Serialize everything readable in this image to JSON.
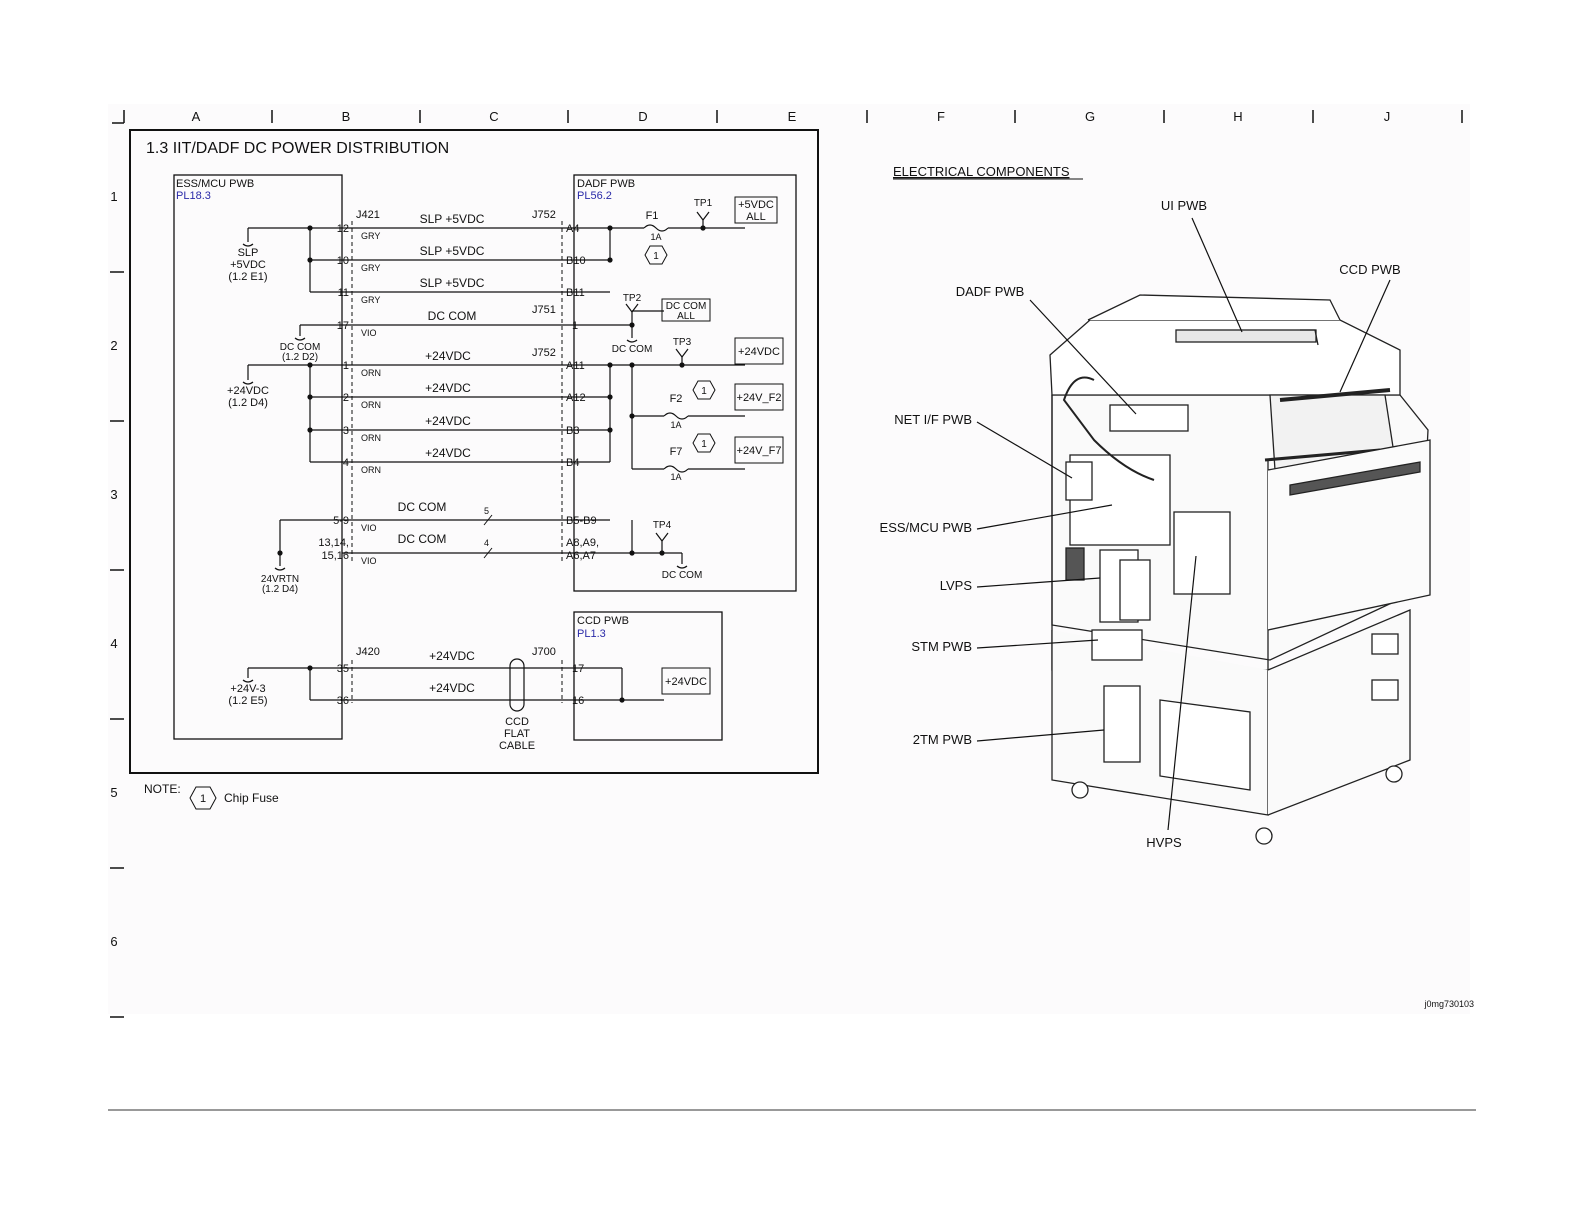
{
  "grid": {
    "columns": [
      "A",
      "B",
      "C",
      "D",
      "E",
      "F",
      "G",
      "H",
      "J"
    ],
    "rows": [
      "1",
      "2",
      "3",
      "4",
      "5",
      "6"
    ]
  },
  "schematic": {
    "title": "1.3 IIT/DADF DC POWER DISTRIBUTION",
    "ess": {
      "name": "ESS/MCU PWB",
      "ref": "PL18.3"
    },
    "dadf": {
      "name": "DADF PWB",
      "ref": "PL56.2"
    },
    "ccd": {
      "name": "CCD PWB",
      "ref": "PL1.3"
    },
    "connectors": {
      "j421": "J421",
      "j752a": "J752",
      "j751": "J751",
      "j752b": "J752",
      "j420": "J420",
      "j700": "J700"
    },
    "lines": [
      {
        "ess_pin": "12",
        "wire": "GRY",
        "signal": "SLP +5VDC",
        "dadf_pin": "A4"
      },
      {
        "ess_pin": "10",
        "wire": "GRY",
        "signal": "SLP +5VDC",
        "dadf_pin": "B10"
      },
      {
        "ess_pin": "11",
        "wire": "GRY",
        "signal": "SLP +5VDC",
        "dadf_pin": "B11"
      },
      {
        "ess_pin": "17",
        "wire": "VIO",
        "signal": "DC COM",
        "dadf_pin": "1"
      },
      {
        "ess_pin": "1",
        "wire": "ORN",
        "signal": "+24VDC",
        "dadf_pin": "A11"
      },
      {
        "ess_pin": "2",
        "wire": "ORN",
        "signal": "+24VDC",
        "dadf_pin": "A12"
      },
      {
        "ess_pin": "3",
        "wire": "ORN",
        "signal": "+24VDC",
        "dadf_pin": "B3"
      },
      {
        "ess_pin": "4",
        "wire": "ORN",
        "signal": "+24VDC",
        "dadf_pin": "B4"
      },
      {
        "ess_pin": "5-9",
        "wire": "VIO",
        "signal": "DC COM",
        "count": "5",
        "dadf_pin": "B5-B9"
      },
      {
        "ess_pin": "13,14,",
        "ess_pin2": "15,16",
        "wire": "VIO",
        "signal": "DC COM",
        "count": "4",
        "dadf_pin": "A8,A9,",
        "dadf_pin2": "A6,A7"
      }
    ],
    "ccd_lines": [
      {
        "ess_pin": "35",
        "signal": "+24VDC",
        "ccd_pin": "17"
      },
      {
        "ess_pin": "36",
        "signal": "+24VDC",
        "ccd_pin": "16"
      }
    ],
    "sources": {
      "slp": [
        "SLP",
        "+5VDC",
        "(1.2 E1)"
      ],
      "dccom": [
        "DC COM",
        "(1.2 D2)"
      ],
      "v24": [
        "+24VDC",
        "(1.2 D4)"
      ],
      "rtn": [
        "24VRTN",
        "(1.2 D4)"
      ],
      "v24_3": [
        "+24V-3",
        "(1.2 E5)"
      ]
    },
    "testpoints": {
      "tp1": "TP1",
      "tp2": "TP2",
      "tp3": "TP3",
      "tp4": "TP4"
    },
    "fuses": {
      "f1": "F1",
      "f2": "F2",
      "f7": "F7",
      "rating": "1A",
      "chip": "1"
    },
    "outputs": {
      "v5all": [
        "+5VDC",
        "ALL"
      ],
      "dccomall": [
        "DC COM",
        "ALL"
      ],
      "v24": "+24VDC",
      "v24f2": "+24V_F2",
      "v24f7": "+24V_F7",
      "ccd24": "+24VDC"
    },
    "dccom_gnd": "DC COM",
    "cable": [
      "CCD",
      "FLAT",
      "CABLE"
    ],
    "note_label": "NOTE:",
    "note_symbol": "1",
    "note_text": "Chip Fuse"
  },
  "components": {
    "title": "ELECTRICAL COMPONENTS",
    "labels": {
      "ui": "UI PWB",
      "ccd": "CCD PWB",
      "dadf": "DADF PWB",
      "netif": "NET I/F PWB",
      "essmcu": "ESS/MCU PWB",
      "lvps": "LVPS",
      "stm": "STM PWB",
      "tm2": "2TM PWB",
      "hvps": "HVPS"
    }
  },
  "image_id": "j0mg730103"
}
